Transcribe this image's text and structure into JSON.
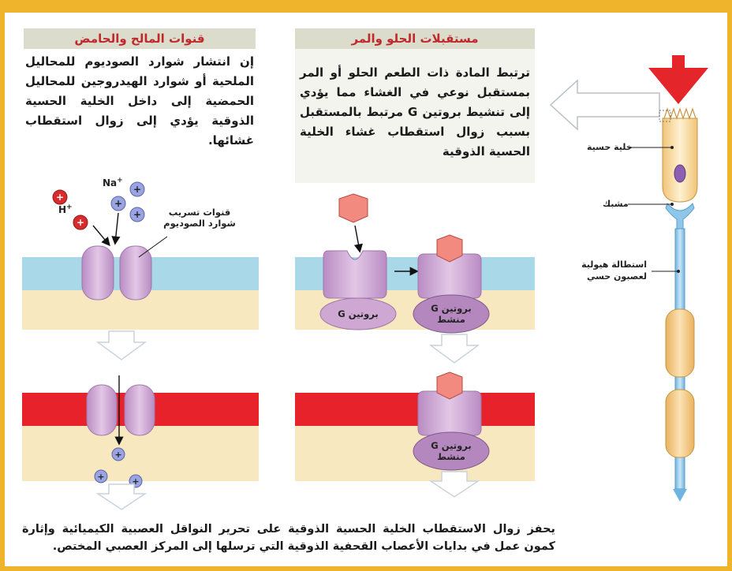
{
  "header_right": "مستقبلات الحلو والمر",
  "header_left": "قنوات المالح والحامض",
  "text_right": "ترتبط المادة ذات الطعم الحلو أو المر بمستقبل نوعي في الغشاء مما يؤدي إلى تنشيط بروتين G مرتبط بالمستقبل بسبب زوال استقطاب غشاء الخلية الحسية الذوقية",
  "text_left": "إن انتشار شوارد الصوديوم للمحاليل الملحية أو شوارد الهيدروجين للمحاليل الحمضية إلى داخل الخلية الحسية الذوقية يؤدي إلى زوال استقطاب غشائها.",
  "bottom_text": "يحفز زوال الاستقطاب الخلية الحسية الذوقية على تحرير النواقل العصبية الكيميائية وإثارة كمون عمل في بدايات الأعصاب القحفية الذوقية التي ترسلها إلى المركز العصبي المختص.",
  "labels": {
    "sensory_cell": "خلية حسية",
    "synapse": "مشبك",
    "fiber": "استطالة هيولية لعصبون حسي",
    "sodium_channels": "قنوات تسريب شوارد الصوديوم",
    "na_ion": "Na",
    "h_ion": "H",
    "plus_sup": "+",
    "g_protein": "بروتين G",
    "g_protein_active": "بروتين G منشط"
  },
  "colors": {
    "frame": "#f0b42c",
    "header_bg": "#dcdccd",
    "text_box": "#f4f4ee",
    "membrane_blue": "#a9d9e8",
    "membrane_red": "#e8222b",
    "cytoplasm": "#f8e8c0",
    "protein": "#cfa7d3",
    "protein_dark": "#9e78a9",
    "molecule": "#f28a80",
    "ion_blue": "#9aa4e0",
    "ion_red": "#d92b2b",
    "neuron": "#8ec7ea"
  }
}
